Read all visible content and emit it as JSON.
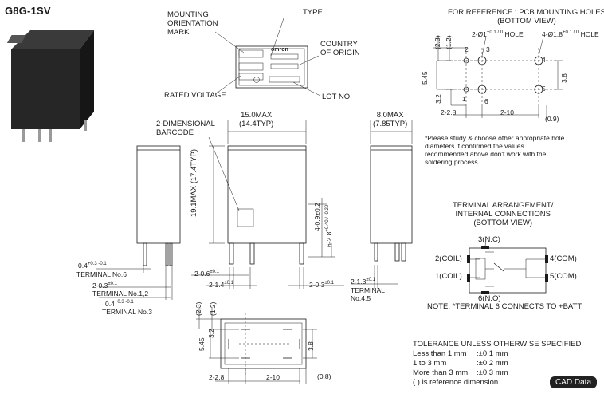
{
  "header": {
    "model": "G8G-1SV"
  },
  "top_view": {
    "mounting_mark": [
      "MOUNTING",
      "ORIENTATION",
      "MARK"
    ],
    "type": "TYPE",
    "country": [
      "COUNTRY",
      "OF ORIGIN"
    ],
    "rated_voltage": "RATED VOLTAGE",
    "lot_no": "LOT NO.",
    "logo": "omron"
  },
  "front_view": {
    "width_dim": [
      "15.0MAX",
      "(14.4TYP)"
    ],
    "barcode": [
      "2-DIMENSIONAL",
      "BARCODE"
    ],
    "height_dim": [
      "19.1MAX",
      "(17.4TYP)"
    ],
    "dim_a": "4-0.9±0.2",
    "dim_b": "6-2.8",
    "dim_b_tol": "+0.40 / -0.20",
    "dim_06": "2-0.6",
    "dim_06_tol": "±0.1",
    "dim_14": "2-1.4",
    "dim_14_tol": "±0.1",
    "dim_03r": "2-0.3",
    "dim_03r_tol": "±0.1"
  },
  "left_view": {
    "dim_04a": "0.4",
    "dim_04a_tol": "+0.3 -0.1",
    "term6": "TERMINAL No.6",
    "dim_03": "2-0.3",
    "dim_03_tol": "±0.1",
    "term12": "TERMINAL No.1,2",
    "dim_04b": "0.4",
    "dim_04b_tol": "+0.3 -0.1",
    "term3": "TERMINAL No.3"
  },
  "side_view": {
    "width_dim": [
      "8.0MAX",
      "(7.85TYP)"
    ],
    "dim_13": "2-1.3",
    "dim_13_tol": "±0.1",
    "term45": [
      "TERMINAL",
      "No.4,5"
    ]
  },
  "pcb": {
    "title": [
      "FOR REFERENCE : PCB MOUNTING HOLES",
      "(BOTTOM VIEW)"
    ],
    "hole2": "2-Ø1",
    "hole2_tol": "+0.1 / 0",
    "hole2_word": "HOLE",
    "hole4": "4-Ø1.8",
    "hole4_tol": "+0.1 / 0",
    "hole4_word": "HOLE",
    "dims": {
      "d23": "(2.3)",
      "d12": "(1.2)",
      "d545": "5.45",
      "d32": "3.2",
      "d38": "3.8",
      "d28": "2-2.8",
      "d210": "2-10",
      "d09": "(0.9)"
    },
    "pins": [
      "1",
      "2",
      "3",
      "4",
      "5",
      "6"
    ],
    "note": [
      "*Please study & choose other appropriate hole",
      "diameters if confirmed the values",
      "recommended above don't work with the",
      "soldering process."
    ]
  },
  "terminal": {
    "title": [
      "TERMINAL ARRANGEMENT/",
      "INTERNAL CONNECTIONS",
      "(BOTTOM VIEW)"
    ],
    "labels": {
      "nc": "3(N.C)",
      "coil2": "2(COIL)",
      "coil1": "1(COIL)",
      "no": "6(N.O)",
      "com4": "4(COM)",
      "com5": "5(COM)"
    },
    "note": "NOTE: *TERMINAL 6 CONNECTS TO +BATT."
  },
  "bottom_view": {
    "dims": {
      "d23": "(2.3)",
      "d32": "3.2",
      "d545": "5.45",
      "d38": "3.8",
      "d12": "(1.2)",
      "d28": "2-2.8",
      "d210": "2-10",
      "d08": "(0.8)"
    }
  },
  "tolerance": {
    "title": "TOLERANCE UNLESS OTHERWISE SPECIFIED",
    "rows": [
      {
        "range": "Less than 1 mm",
        "tol": ":±0.1 mm"
      },
      {
        "range": "1 to 3 mm",
        "tol": ":±0.2 mm"
      },
      {
        "range": "More than 3 mm",
        "tol": ":±0.3 mm"
      }
    ],
    "ref": "(    ) is reference dimension"
  },
  "cad_button": "CAD Data"
}
